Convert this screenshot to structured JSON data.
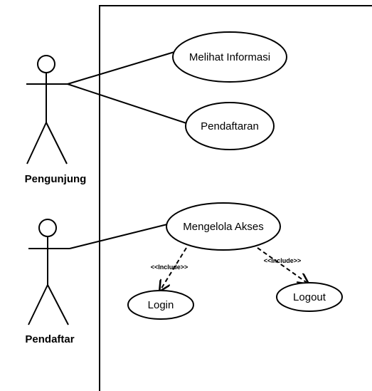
{
  "actors": [
    {
      "id": "pengunjung",
      "label": "Pengunjung"
    },
    {
      "id": "pendaftar",
      "label": "Pendaftar"
    }
  ],
  "use_cases": [
    {
      "id": "melihat-informasi",
      "label": "Melihat Informasi"
    },
    {
      "id": "pendaftaran",
      "label": "Pendaftaran"
    },
    {
      "id": "mengelola-akses",
      "label": "Mengelola Akses"
    },
    {
      "id": "login",
      "label": "Login"
    },
    {
      "id": "logout",
      "label": "Logout"
    }
  ],
  "relations": [
    {
      "from": "pengunjung",
      "to": "melihat-informasi",
      "type": "association"
    },
    {
      "from": "pengunjung",
      "to": "pendaftaran",
      "type": "association"
    },
    {
      "from": "pendaftar",
      "to": "mengelola-akses",
      "type": "association"
    },
    {
      "from": "mengelola-akses",
      "to": "login",
      "type": "include",
      "label": "<<Include>>"
    },
    {
      "from": "mengelola-akses",
      "to": "logout",
      "type": "include",
      "label": "<<Include>>"
    }
  ]
}
